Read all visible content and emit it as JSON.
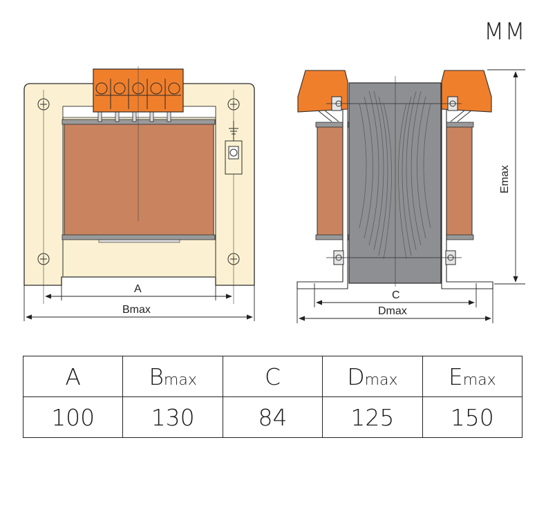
{
  "unit_label": "MM",
  "drawing_labels": {
    "a": "A",
    "bmax": "Bmax",
    "c": "C",
    "dmax": "Dmax",
    "emax": "Emax"
  },
  "table": {
    "headers": [
      {
        "main": "A",
        "sub": ""
      },
      {
        "main": "B",
        "sub": "max"
      },
      {
        "main": "C",
        "sub": ""
      },
      {
        "main": "D",
        "sub": "max"
      },
      {
        "main": "E",
        "sub": "max"
      }
    ],
    "values": [
      "100",
      "130",
      "84",
      "125",
      "150"
    ]
  },
  "colors": {
    "frame": "#fbf1d2",
    "coil": "#c9845f",
    "terminal": "#f07f2c",
    "core": "#8e8f92",
    "outline": "#2a2a2a"
  }
}
